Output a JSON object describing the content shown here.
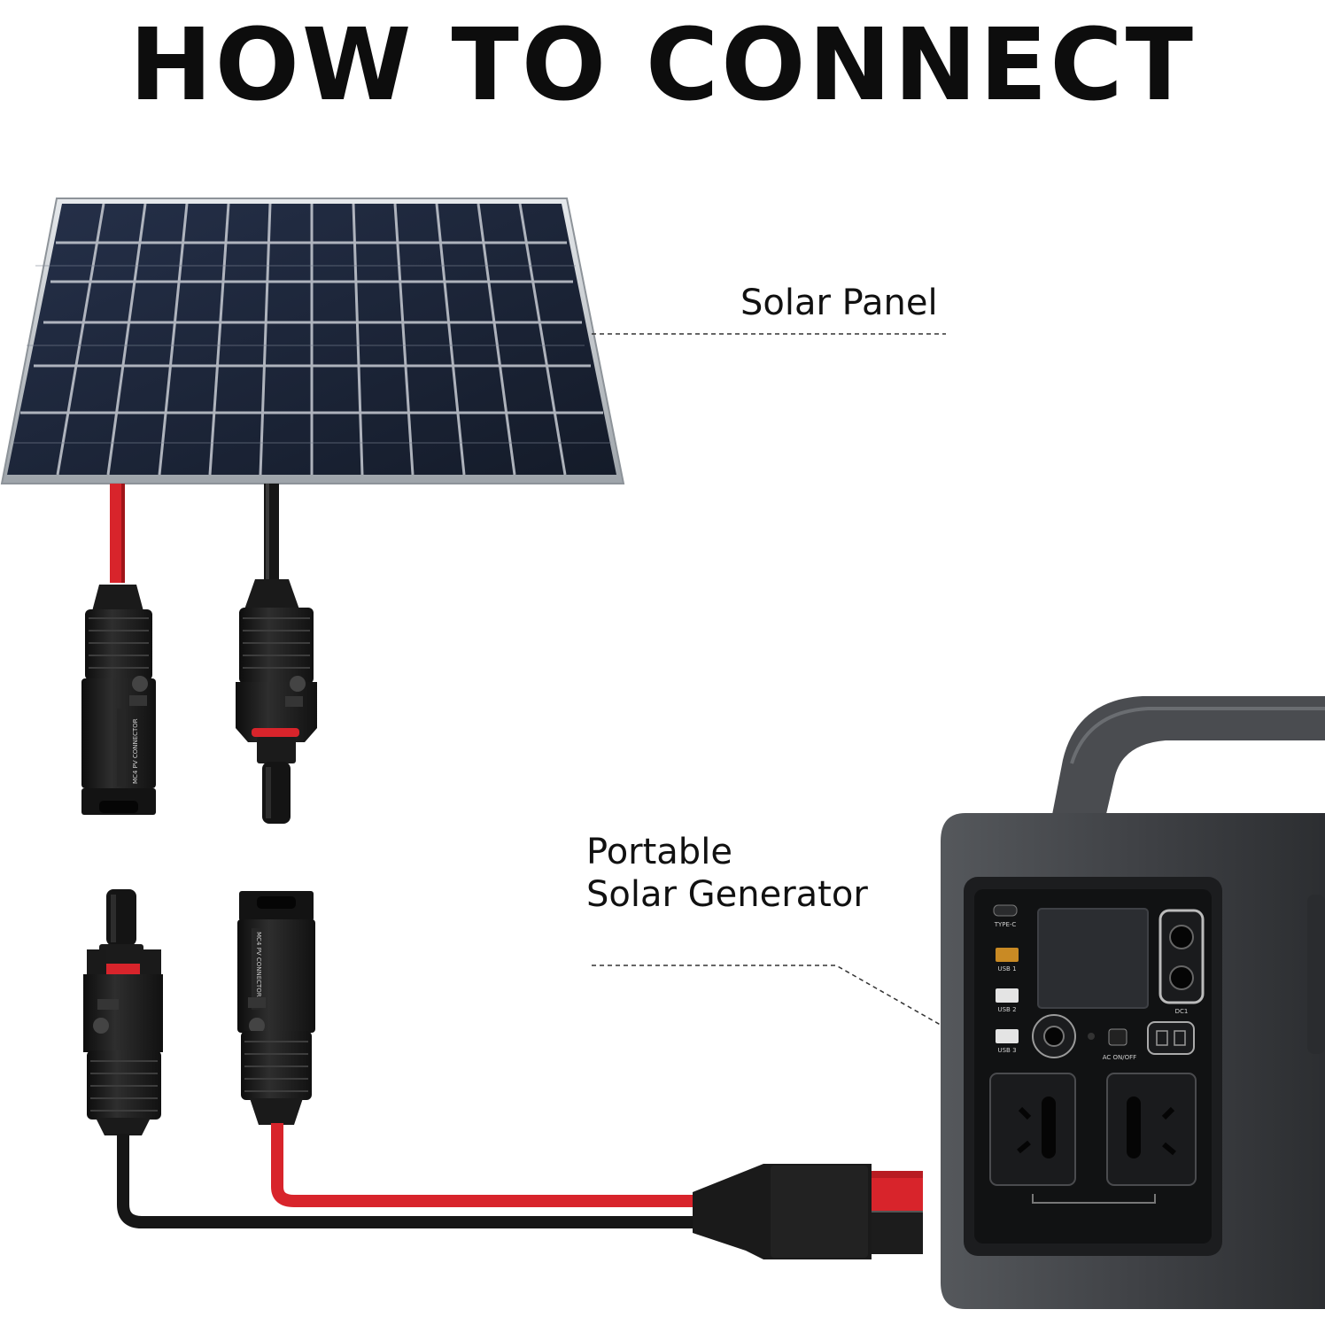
{
  "title": "HOW TO CONNECT",
  "labels": {
    "solar_panel": "Solar Panel",
    "generator_line1": "Portable",
    "generator_line2": "Solar Generator"
  },
  "generator_panel": {
    "type_c": "TYPE-C",
    "usb1": "USB 1",
    "usb2": "USB 2",
    "usb3": "USB 3",
    "dc": "DC1",
    "ac": "AC ON/OFF"
  },
  "colors": {
    "positive_wire": "#d8242b",
    "negative_wire": "#141414",
    "panel_cell": "#1b2435",
    "panel_frame": "#c9ced3",
    "generator_body": "#3b3d40"
  }
}
